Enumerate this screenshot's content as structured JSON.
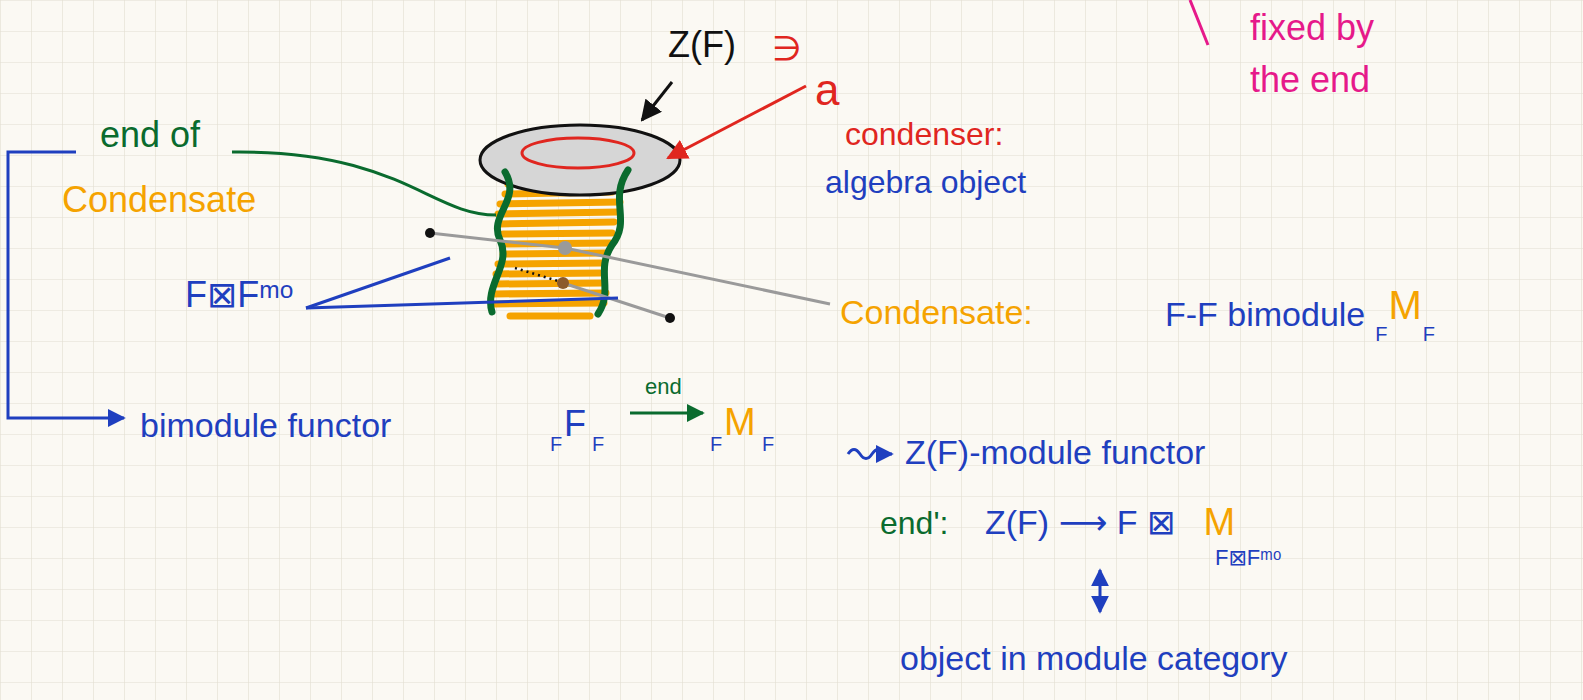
{
  "diagram": {
    "labels": [
      "fixed by the end",
      "Z(F)",
      "∋",
      "a",
      "condenser:",
      "algebra object",
      "end of",
      "Condensate",
      "F⊠Fᵐᵒ",
      "Condensate:",
      "F-F bimodule",
      "F",
      "M",
      "F",
      "bimodule functor",
      "F",
      "F",
      "F",
      "end",
      "F",
      "M",
      "F",
      "Z(F)-module functor",
      "end':",
      "Z(F) ⟶ F ⊠",
      "M",
      "F⊠Fᵐᵒ",
      "object in module category"
    ]
  }
}
